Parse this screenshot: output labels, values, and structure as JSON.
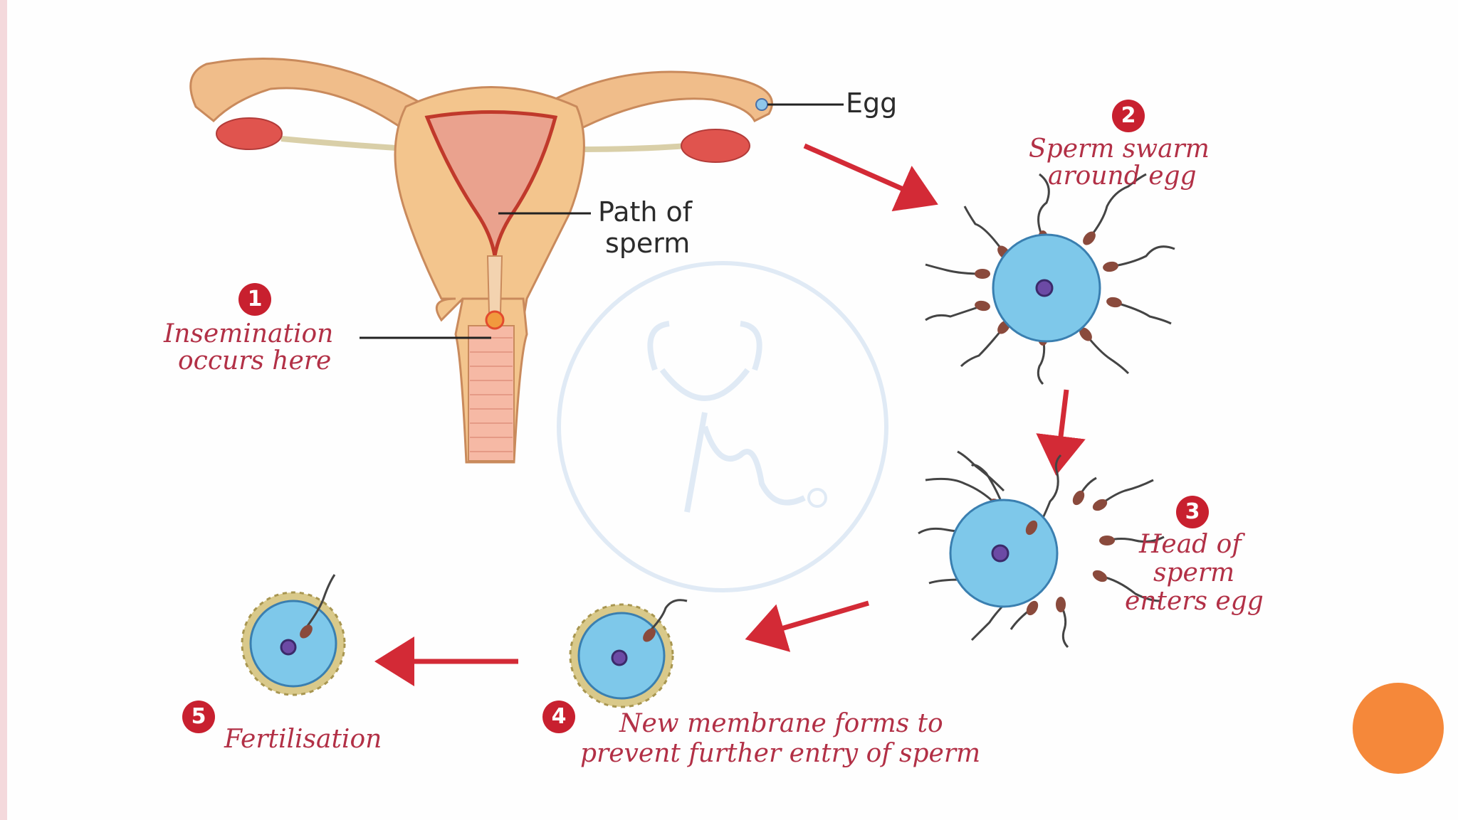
{
  "labels": {
    "egg": "Egg",
    "path_of_sperm_1": "Path of",
    "path_of_sperm_2": "sperm",
    "step1_line1": "Insemination",
    "step1_line2": "occurs here",
    "step2_line1": "Sperm swarm",
    "step2_line2": "around egg",
    "step3_line1": "Head of",
    "step3_line2": "sperm",
    "step3_line3": "enters egg",
    "step4_line1": "New membrane forms to",
    "step4_line2": "prevent further entry of sperm",
    "step5": "Fertilisation"
  },
  "steps": [
    "1",
    "2",
    "3",
    "4",
    "5"
  ],
  "colors": {
    "accent_red": "#c8202f",
    "label_red": "#b23046",
    "egg_blue": "#7ec8ea",
    "nucleus": "#6c4aa5",
    "uterus": "#f3c58d",
    "slide_bullet": "#f5883a"
  }
}
